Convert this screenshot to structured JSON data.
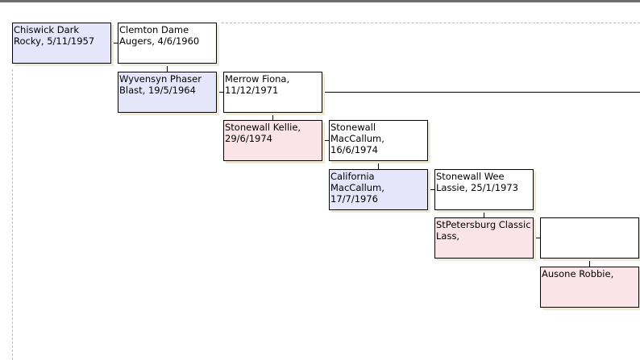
{
  "pedigree": [
    {
      "text": "Chiswick Dark Rocky, 5/11/1957",
      "sex": "male"
    },
    {
      "text": "Clemton Dame Augers, 4/6/1960",
      "sex": "unknown"
    },
    {
      "text": "Wyvensyn Phaser Blast, 19/5/1964",
      "sex": "male"
    },
    {
      "text": "Merrow Fiona, 11/12/1971",
      "sex": "unknown"
    },
    {
      "text": "Stonewall Kellie, 29/6/1974",
      "sex": "female"
    },
    {
      "text": "Stonewall MacCallum, 16/6/1974",
      "sex": "unknown"
    },
    {
      "text": "California MacCallum, 17/7/1976",
      "sex": "male"
    },
    {
      "text": "Stonewall Wee Lassie, 25/1/1973",
      "sex": "unknown"
    },
    {
      "text": "StPetersburg Classic Lass,",
      "sex": "female"
    },
    {
      "text": "",
      "sex": "unknown"
    },
    {
      "text": "Ausone Robbie,",
      "sex": "female"
    }
  ],
  "colors": {
    "male": "#e6e6fa",
    "female": "#fae4e8",
    "unknown": "#ffffff"
  }
}
